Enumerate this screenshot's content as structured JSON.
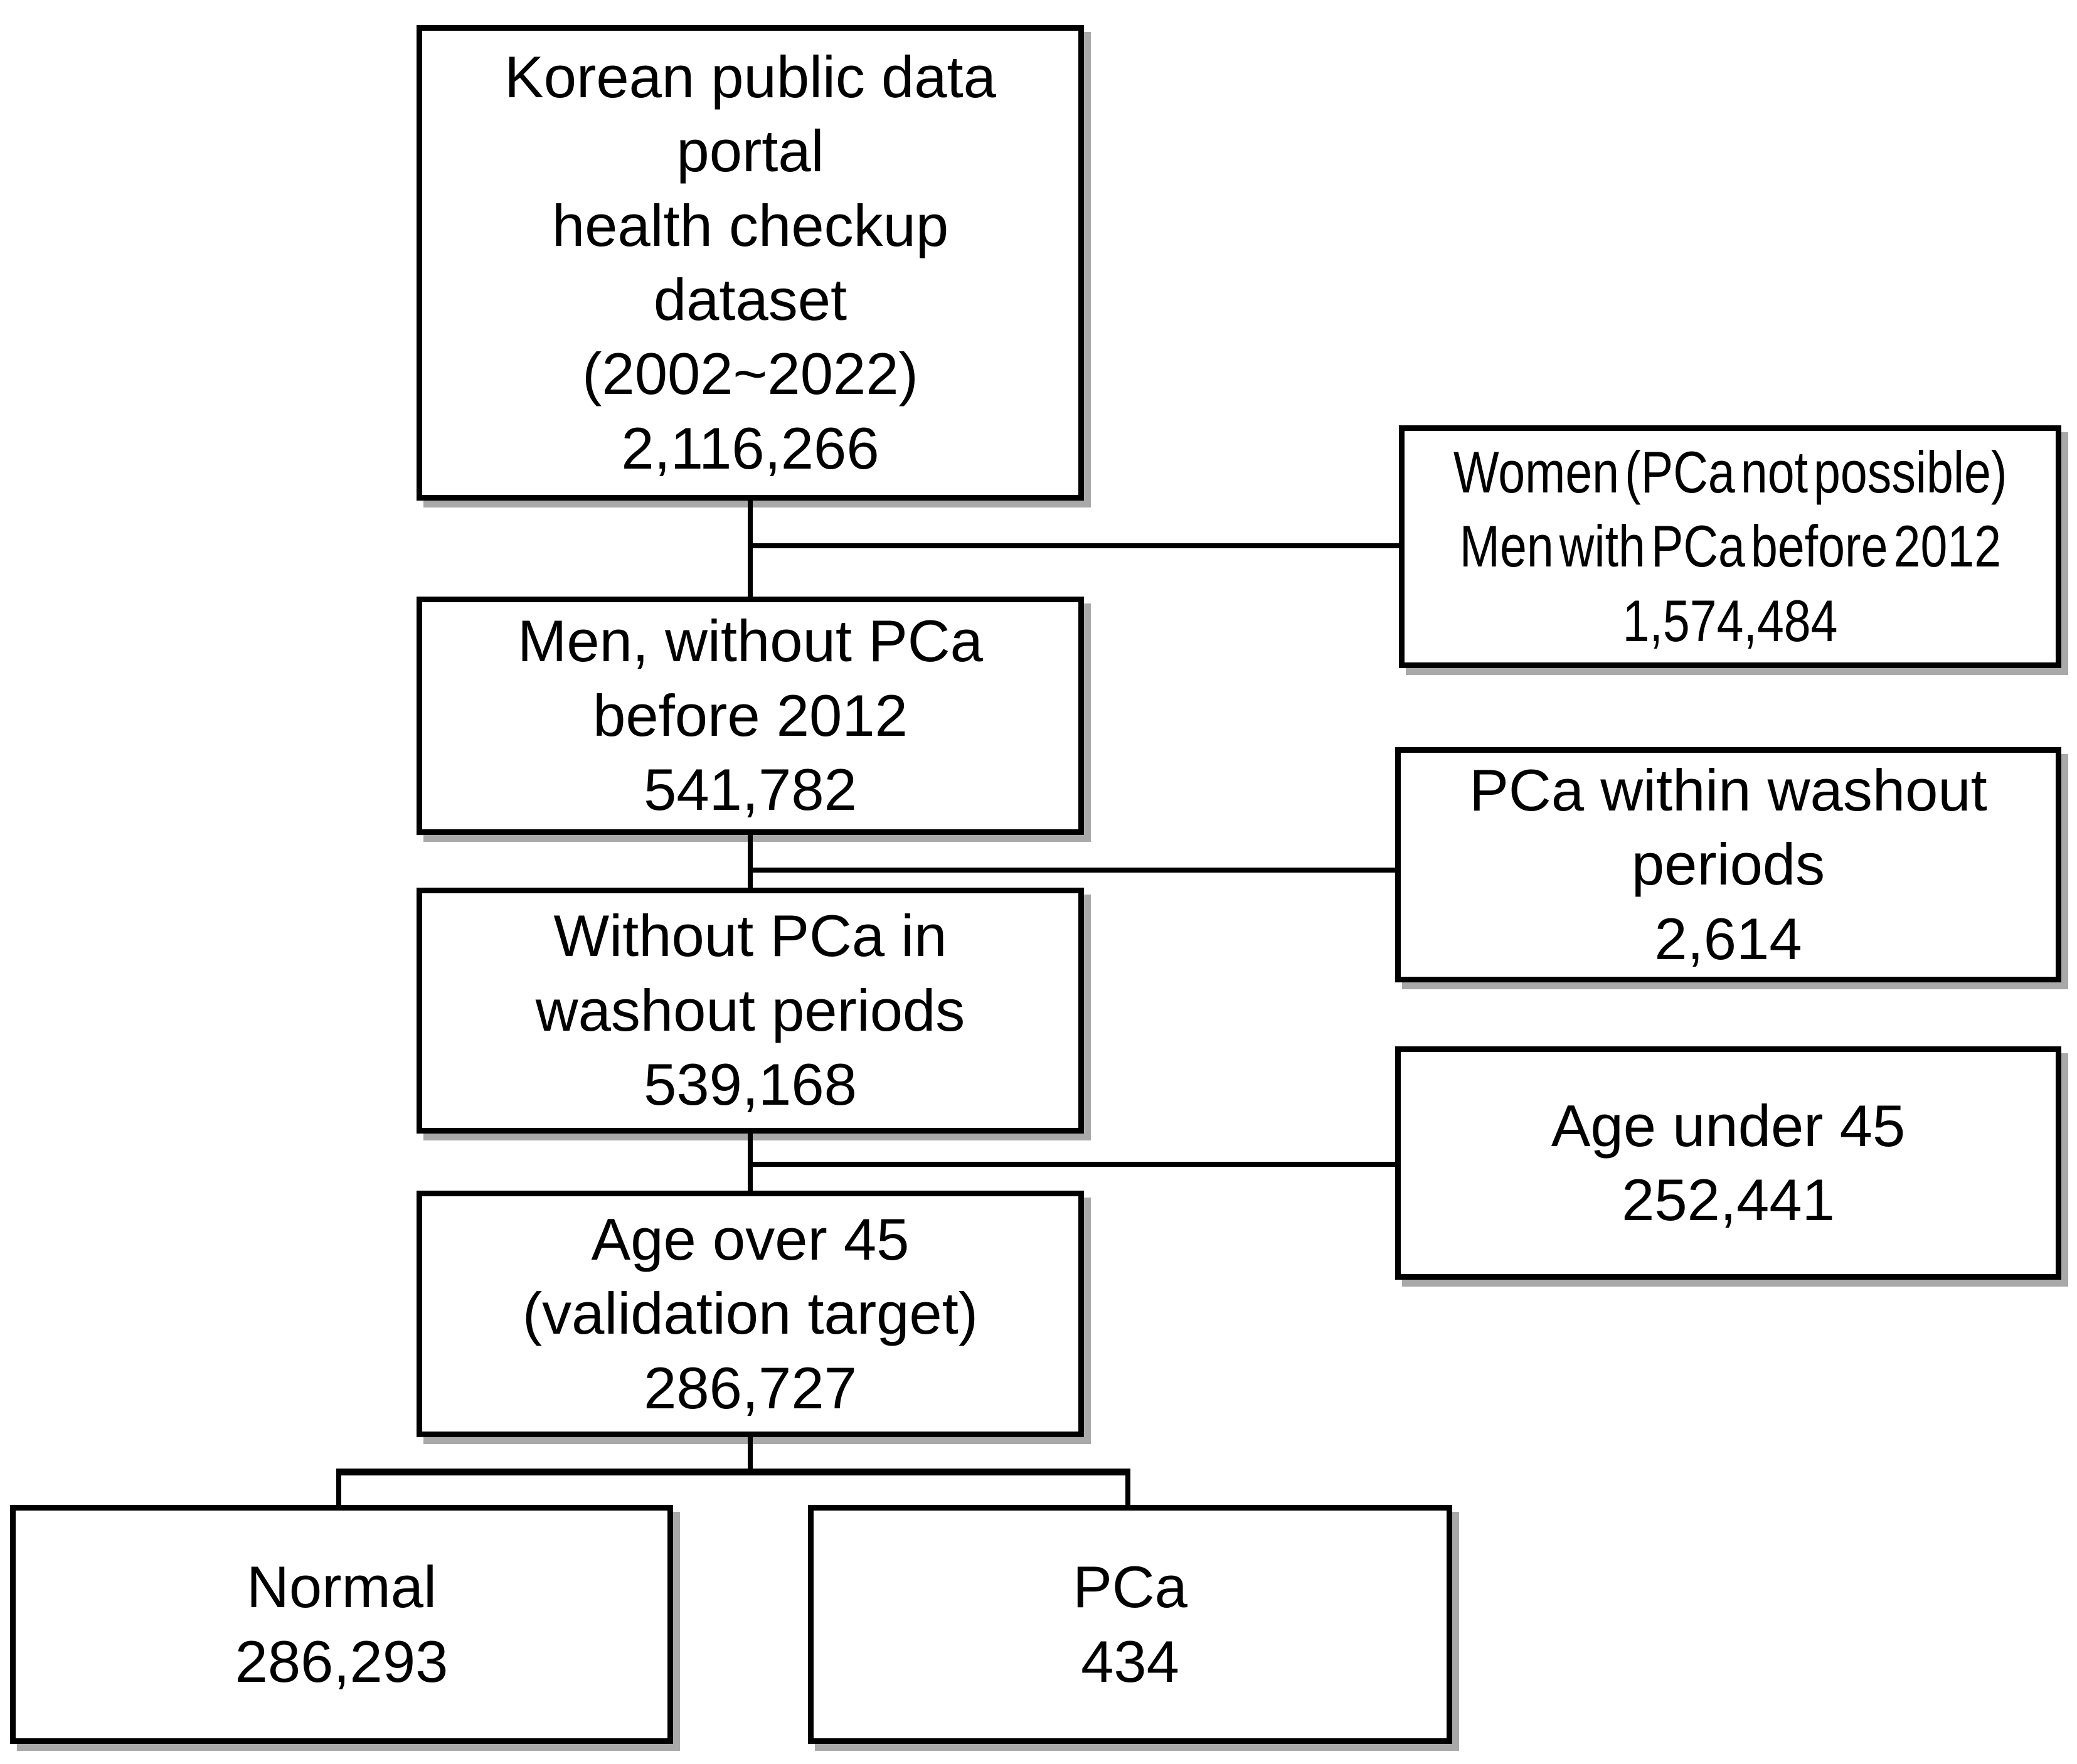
{
  "figure": {
    "type": "cohort-selection-flowchart",
    "colors": {
      "background": "#ffffff",
      "border": "#000000",
      "text": "#000000",
      "shadow": "#a9a9a9"
    }
  },
  "boxes": {
    "dataset": {
      "lines": [
        "Korean public data",
        "portal",
        "health checkup",
        "dataset",
        "(2002~2022)",
        "2,116,266"
      ]
    },
    "excluded_women": {
      "lines": [
        "Women (PCa not possible)",
        "Men with PCa before 2012",
        "1,574,484"
      ]
    },
    "men_without_pca": {
      "lines": [
        "Men, without PCa",
        "before 2012",
        "541,782"
      ]
    },
    "pca_within_washout": {
      "lines": [
        "PCa within washout",
        "periods",
        "2,614"
      ]
    },
    "without_pca_washout": {
      "lines": [
        "Without PCa in",
        "washout periods",
        "539,168"
      ]
    },
    "age_under_45": {
      "lines": [
        "Age under 45",
        "252,441"
      ]
    },
    "age_over_45": {
      "lines": [
        "Age over 45",
        "(validation target)",
        "286,727"
      ]
    },
    "normal": {
      "lines": [
        "Normal",
        "286,293"
      ]
    },
    "pca": {
      "lines": [
        "PCa",
        "434"
      ]
    }
  }
}
